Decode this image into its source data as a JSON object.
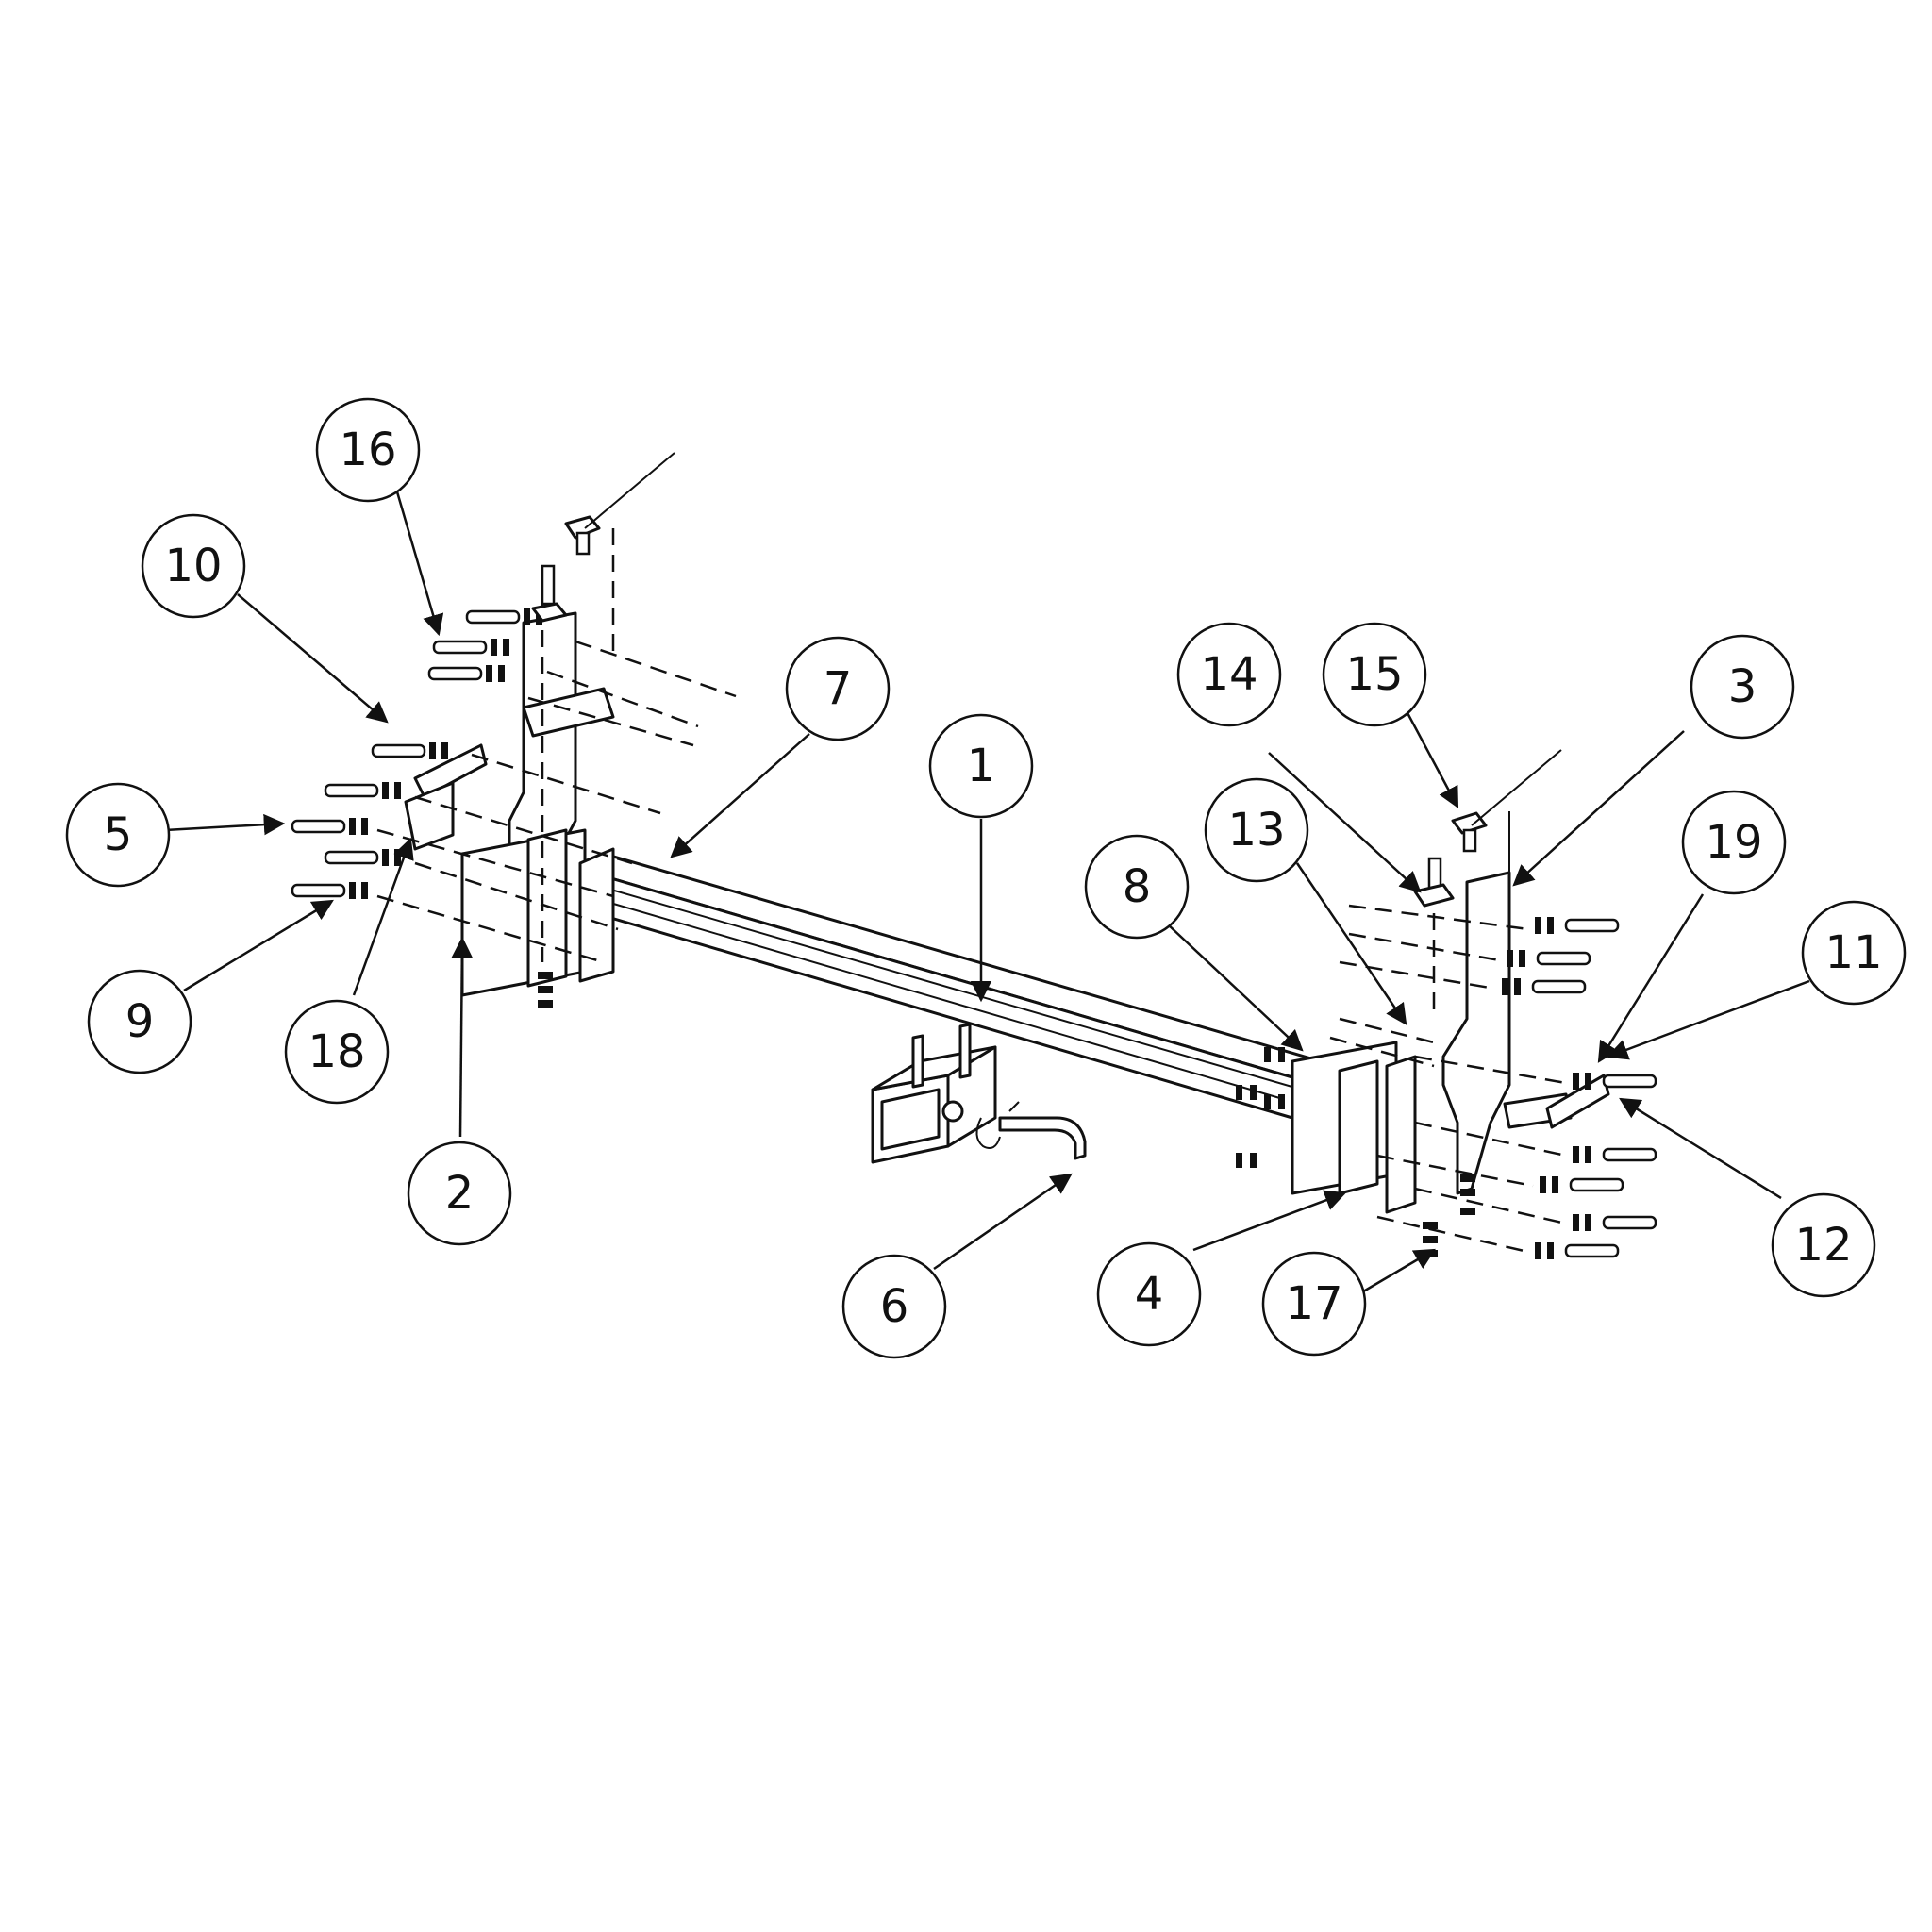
{
  "diagram": {
    "type": "exploded-assembly",
    "subject": "trailer hitch",
    "colors": {
      "line": "#111111",
      "background": "#ffffff"
    }
  },
  "callouts": [
    {
      "id": "1",
      "label": "1"
    },
    {
      "id": "2",
      "label": "2"
    },
    {
      "id": "3",
      "label": "3"
    },
    {
      "id": "4",
      "label": "4"
    },
    {
      "id": "5",
      "label": "5"
    },
    {
      "id": "6",
      "label": "6"
    },
    {
      "id": "7",
      "label": "7"
    },
    {
      "id": "8",
      "label": "8"
    },
    {
      "id": "9",
      "label": "9"
    },
    {
      "id": "10",
      "label": "10"
    },
    {
      "id": "11",
      "label": "11"
    },
    {
      "id": "12",
      "label": "12"
    },
    {
      "id": "13",
      "label": "13"
    },
    {
      "id": "14",
      "label": "14"
    },
    {
      "id": "15",
      "label": "15"
    },
    {
      "id": "16",
      "label": "16"
    },
    {
      "id": "17",
      "label": "17"
    },
    {
      "id": "18",
      "label": "18"
    },
    {
      "id": "19",
      "label": "19"
    }
  ]
}
